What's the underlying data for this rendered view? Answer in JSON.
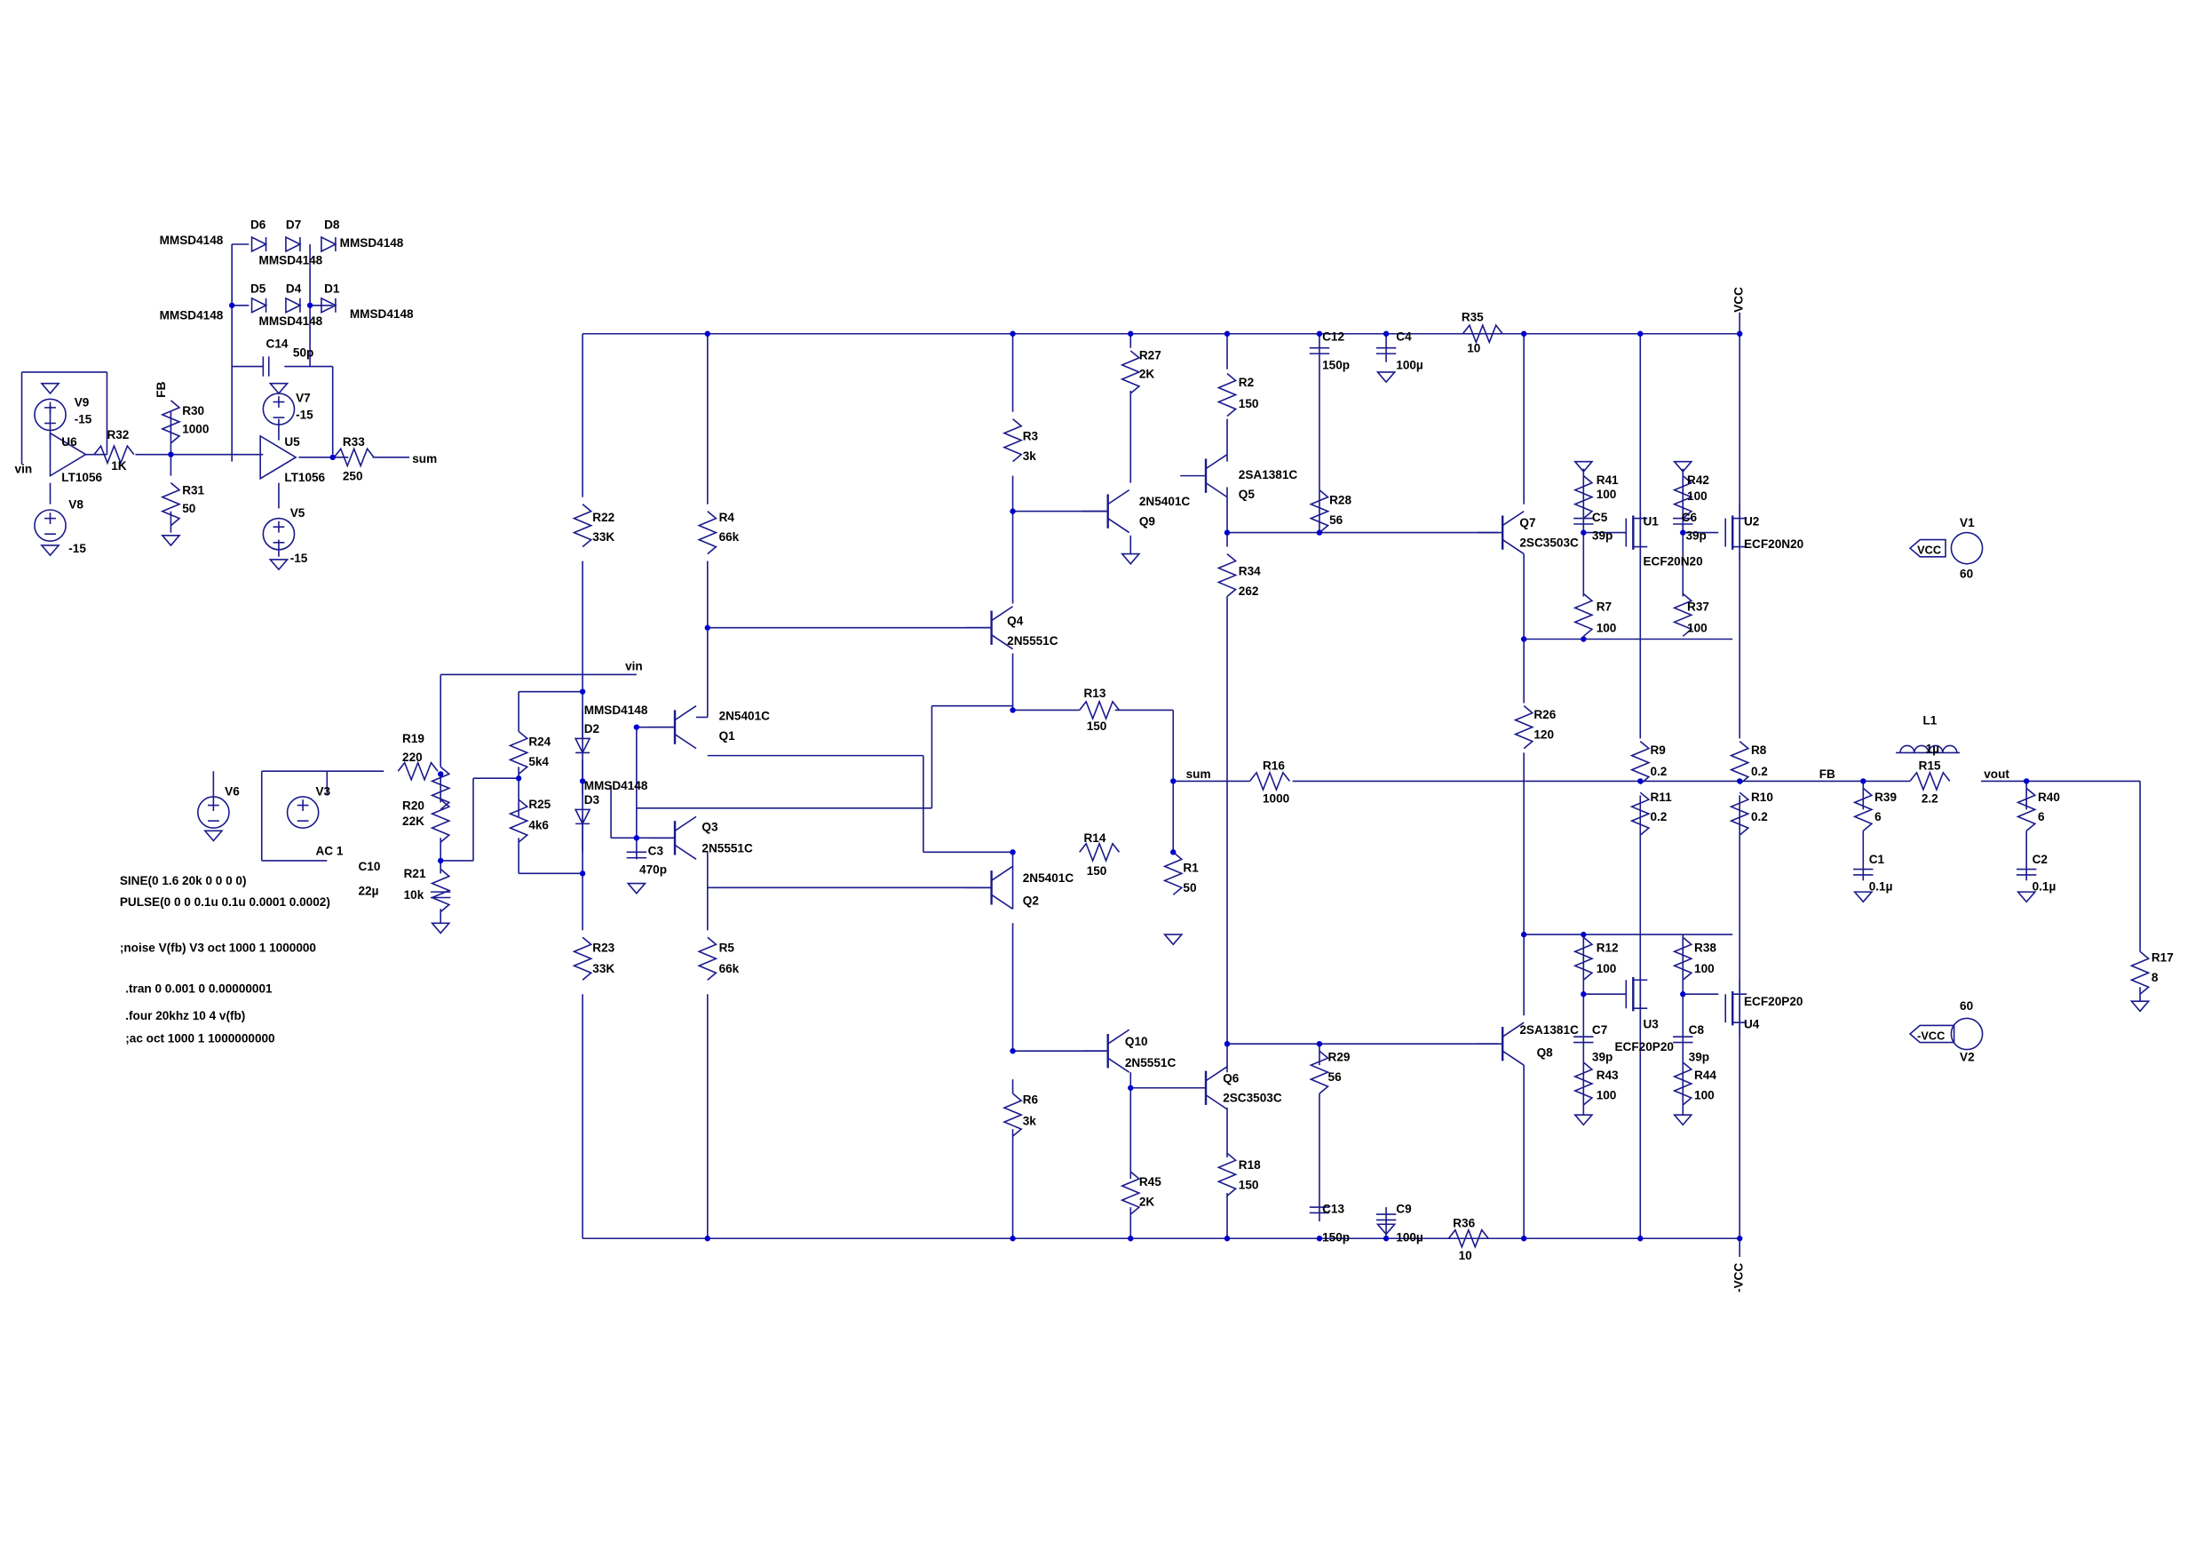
{
  "colors": {
    "wire": "#1a1a8c",
    "junction": "#0000cc",
    "text": "#000000",
    "background": "#ffffff"
  },
  "labels": {
    "MMSD4148": "MMSD4148",
    "D6": "D6",
    "D7": "D7",
    "D8": "D8",
    "D5": "D5",
    "D4": "D4",
    "D1": "D1",
    "C14": "C14",
    "50p": "50p",
    "V9": "V9",
    "-15": "-15",
    "FB": "FB",
    "R30": "R30",
    "1000": "1000",
    "V7": "V7",
    "R32": "R32",
    "1K": "1K",
    "U6": "U6",
    "vin": "vin",
    "U5": "U5",
    "R33": "R33",
    "250": "250",
    "sum": "sum",
    "LT1056": "LT1056",
    "R31": "R31",
    "50": "50",
    "V8": "V8",
    "V5": "V5",
    "VCC": "VCC",
    "-VCC": "-VCC",
    "R35": "R35",
    "10": "10",
    "C12": "C12",
    "150p": "150p",
    "C4": "C4",
    "100u": "100µ",
    "R27": "R27",
    "2K": "2K",
    "R2": "R2",
    "150": "150",
    "R3": "R3",
    "3k": "3k",
    "2SA1381C": "2SA1381C",
    "2N5401C": "2N5401C",
    "Q5": "Q5",
    "Q9": "Q9",
    "R28": "R28",
    "56": "56",
    "R22": "R22",
    "33K": "33K",
    "R4": "R4",
    "66k": "66k",
    "R34": "R34",
    "262": "262",
    "Q7": "Q7",
    "2SC3503C": "2SC3503C",
    "R41": "R41",
    "100": "100",
    "R42": "R42",
    "C5": "C5",
    "39p": "39p",
    "U1": "U1",
    "C6": "C6",
    "U2": "U2",
    "ECF20N20": "ECF20N20",
    "V1": "V1",
    "60": "60",
    "R7": "R7",
    "R37": "R37",
    "Q4": "Q4",
    "2N5551C": "2N5551C",
    "Q1": "Q1",
    "R13": "R13",
    "R26": "R26",
    "120": "120",
    "R9": "R9",
    "0.2": "0.2",
    "R8": "R8",
    "D2": "D2",
    "R24": "R24",
    "5k4": "5k4",
    "L1": "L1",
    "1u": "1µ",
    "R15": "R15",
    "2.2": "2.2",
    "vout": "vout",
    "R19": "R19",
    "220": "220",
    "V6": "V6",
    "V3": "V3",
    "R16": "R16",
    "R11": "R11",
    "R10": "R10",
    "R39": "R39",
    "6": "6",
    "R40": "R40",
    "D3": "D3",
    "R25": "R25",
    "4k6": "4k6",
    "R20": "R20",
    "22K": "22K",
    "C3": "C3",
    "470p": "470p",
    "Q3": "Q3",
    "R14": "R14",
    "C10": "C10",
    "22u": "22µ",
    "R21": "R21",
    "10k": "10k",
    "AC 1": "AC 1",
    "R1": "R1",
    "Q2": "Q2",
    "C1": "C1",
    "0.1u": "0.1µ",
    "C2": "C2",
    "R5": "R5",
    "R12": "R12",
    "R38": "R38",
    "ECF20P20": "ECF20P20",
    "R17": "R17",
    "8": "8",
    "U4": "U4",
    "V2": "V2",
    "R23": "R23",
    "Q8": "Q8",
    "C7": "C7",
    "U3": "U3",
    "C8": "C8",
    "Q10": "Q10",
    "R29": "R29",
    "Q6": "Q6",
    "R43": "R43",
    "R44": "R44",
    "R6": "R6",
    "R18": "R18",
    "R45": "R45",
    "C13": "C13",
    "C9": "C9",
    "R36": "R36"
  },
  "directives": {
    "sine": "SINE(0 1.6 20k 0 0 0 0)",
    "pulse": "PULSE(0 0 0 0.1u 0.1u 0.0001 0.0002)",
    "noise": ";noise V(fb) V3 oct 1000 1 1000000",
    "tran": ".tran 0 0.001 0 0.00000001",
    "four": ".four 20khz 10 4 v(fb)",
    "ac": ";ac oct 1000 1 1000000000"
  }
}
